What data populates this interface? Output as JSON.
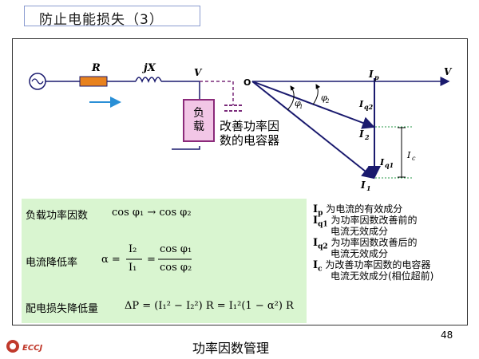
{
  "slide": {
    "title": "防止电能损失（3）",
    "footer_title": "功率因数管理",
    "page_number": "48",
    "logo_text": "ECCJ"
  },
  "circuit": {
    "resistor_label": "R",
    "inductor_label": "jX",
    "voltage_label": "V",
    "load_line1": "负",
    "load_line2": "载",
    "capacitor_line1": "改善功率因",
    "capacitor_line2": "数的电容器"
  },
  "phasor": {
    "origin_label": "O",
    "v_label": "V",
    "ip_label": "I",
    "ip_sub": "p",
    "iq2_label": "I",
    "iq2_sub": "q2",
    "i2_label": "I",
    "i2_sub": "2",
    "iq1_label": "I",
    "iq1_sub": "q1",
    "ic_label": "I",
    "ic_sub": "c",
    "i1_label": "I",
    "i1_sub": "1",
    "phi1_label": "φ",
    "phi1_sub": "1",
    "phi2_label": "φ",
    "phi2_sub": "2"
  },
  "formulas": {
    "row1_label": "负载功率因数",
    "row1_expr": "cos φ₁ → cos φ₂",
    "row2_label": "电流降低率",
    "row2_lhs": "α =",
    "row2_num1": "I₂",
    "row2_den1": "I₁",
    "row2_eq": "=",
    "row2_num2": "cos φ₁",
    "row2_den2": "cos φ₂",
    "row3_label": "配电损失降低量",
    "row3_expr": "ΔP = (I₁² − I₂²) R = I₁²(1 − α²) R"
  },
  "legend": {
    "items": [
      {
        "sym": "I",
        "sub": "p",
        "text": "为电流的有效成分"
      },
      {
        "sym": "I",
        "sub": "q1",
        "text": "为功率因数改善前的"
      },
      {
        "sym": "",
        "sub": "",
        "text": "电流无效成分"
      },
      {
        "sym": "I",
        "sub": "q2",
        "text": "为功率因数改善后的"
      },
      {
        "sym": "",
        "sub": "",
        "text": "电流无效成分"
      },
      {
        "sym": "I",
        "sub": "c",
        "text": "为改善功率因数的电容器"
      },
      {
        "sym": "",
        "sub": "",
        "text": "电流无效成分(相位超前)"
      }
    ]
  },
  "colors": {
    "wire": "#1a1a6e",
    "resistor": "#e8821e",
    "arrow": "#2a8fd6",
    "load_fill": "#f2c6e6",
    "load_border": "#8b2a7a",
    "capacitor": "#7a2a7a",
    "formula_bg": "#d9f5d0",
    "title_border": "#8a9bd0"
  }
}
